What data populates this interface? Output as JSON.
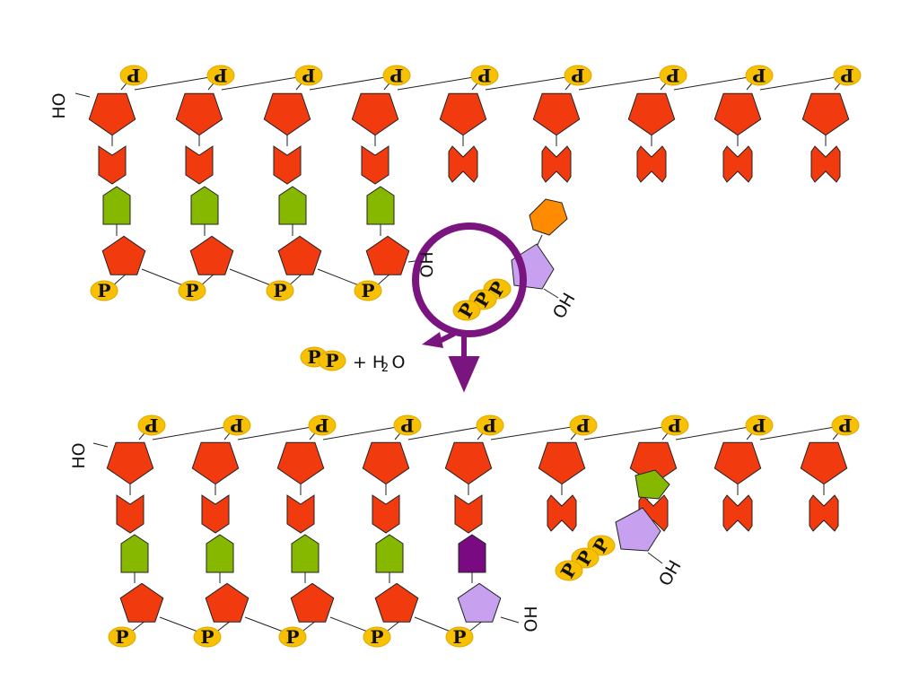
{
  "labels": {
    "phosphate": "P",
    "hydroxyl": "OH",
    "hydroxyl_flipped": "HO",
    "equation_plus": "+ H",
    "equation_subscript": "2",
    "equation_oxygen": "O"
  },
  "colors": {
    "sugar": "#f23a0f",
    "base_template": "#f23a0f",
    "base_pair": "#86b800",
    "new_sugar": "#c8a0f0",
    "new_base": "#ff8c00",
    "incorporated_base": "#7a0a82",
    "phosphate": "#f7c000",
    "circle": "#7a1580",
    "arrow": "#7a1580"
  },
  "icons": {
    "sugar": "pentagon-icon",
    "base": "arrow-base-icon",
    "phosphate": "ellipse-icon",
    "reaction_arrow": "down-arrow-icon"
  }
}
